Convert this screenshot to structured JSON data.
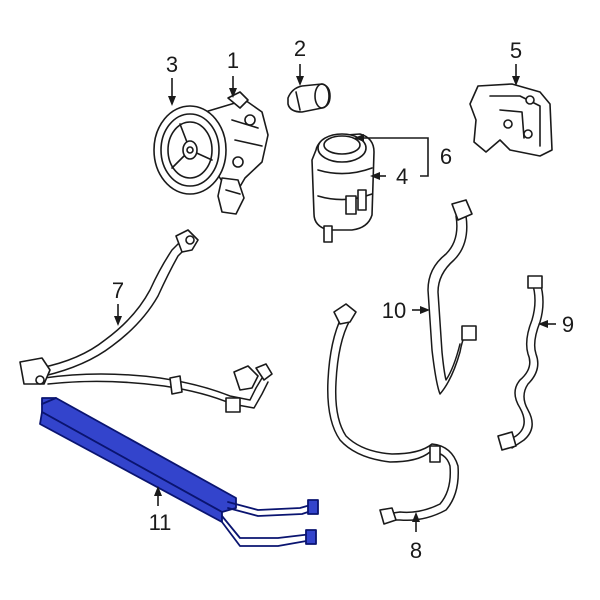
{
  "callouts": {
    "c1": "1",
    "c2": "2",
    "c3": "3",
    "c4": "4",
    "c5": "5",
    "c6": "6",
    "c7": "7",
    "c8": "8",
    "c9": "9",
    "c10": "10",
    "c11": "11"
  },
  "colors": {
    "highlight_fill": "#3344cc",
    "highlight_stroke": "#0a1470",
    "line": "#1a1a1a",
    "background": "#ffffff"
  }
}
